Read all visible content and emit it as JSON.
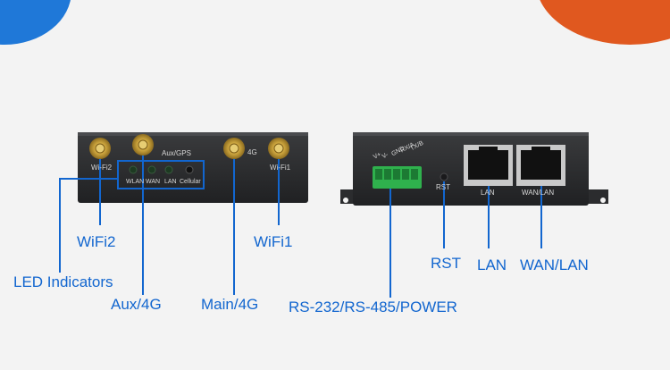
{
  "device_left": {
    "panel_labels": {
      "wifi2": "Wi-Fi2",
      "aux_gps": "Aux/GPS",
      "fourg": "4G",
      "wifi1": "Wi-Fi1"
    },
    "led_labels": [
      "WLAN",
      "WAN",
      "LAN",
      "Cellular"
    ]
  },
  "device_right": {
    "pin_labels": [
      "V+",
      "V-",
      "GND",
      "RX/A",
      "TX/B"
    ],
    "rst_label": "RST",
    "lan_label": "LAN",
    "wanlan_label": "WAN/LAN"
  },
  "callouts": {
    "wifi2": "WiFi2",
    "led_indicators": "LED Indicators",
    "aux4g": "Aux/4G",
    "main4g": "Main/4G",
    "wifi1": "WiFi1",
    "rs232": "RS-232/RS-485/POWER",
    "rst": "RST",
    "lan": "LAN",
    "wanlan": "WAN/LAN"
  },
  "colors": {
    "callout": "#1266cf",
    "device_body": "#2a2b2d",
    "terminal_green": "#2fb14d",
    "brand_blue": "#1f78d8",
    "brand_orange": "#e0581f"
  }
}
